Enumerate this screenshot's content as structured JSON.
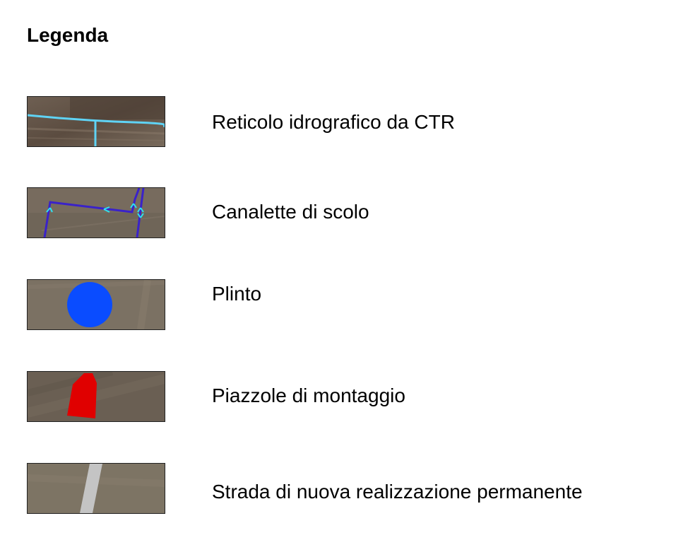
{
  "legend": {
    "title": "Legenda",
    "items": [
      {
        "label": "Reticolo idrografico da CTR",
        "icon": "hydrographic-network-icon",
        "color": "#5fd3f5"
      },
      {
        "label": "Canalette di scolo",
        "icon": "drainage-channel-icon",
        "color": "#3a22c9",
        "accent": "#2de3f0"
      },
      {
        "label": "Plinto",
        "icon": "plinth-icon",
        "color": "#0a4cff"
      },
      {
        "label": "Piazzole di montaggio",
        "icon": "assembly-pad-icon",
        "color": "#e00000"
      },
      {
        "label": "Strada di nuova realizzazione permanente",
        "icon": "new-road-icon",
        "color": "#c4c4c4"
      }
    ]
  }
}
